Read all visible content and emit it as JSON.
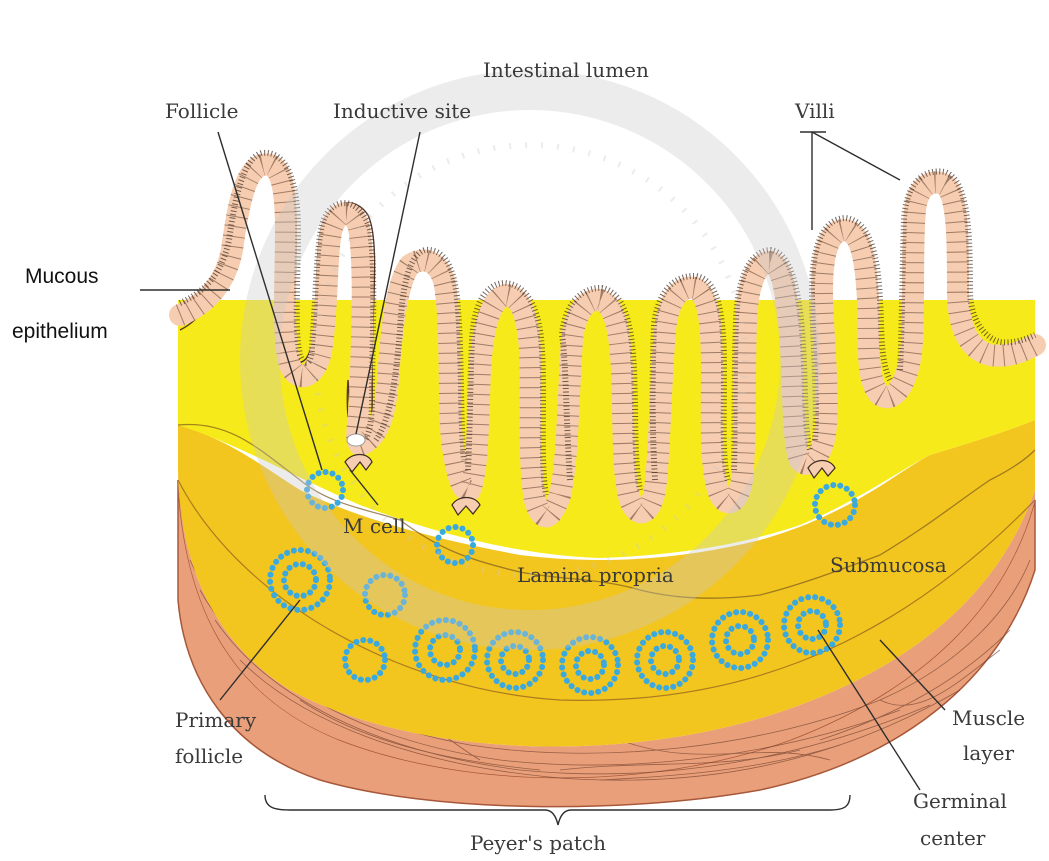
{
  "labels": {
    "intestinal_lumen": "Intestinal lumen",
    "follicle": "Follicle",
    "inductive_site": "Inductive site",
    "villi": "Villi",
    "mucous_line1": "Mucous",
    "mucous_line2": "epithelium",
    "m_cell": "M cell",
    "lamina_propria": "Lamina propria",
    "submucosa": "Submucosa",
    "primary_line1": "Primary",
    "primary_line2": "follicle",
    "muscle_line1": "Muscle",
    "muscle_line2": "layer",
    "germinal_line1": "Germinal",
    "germinal_line2": "center",
    "peyers_patch": "Peyer's patch"
  },
  "colors": {
    "muscle": "#e9a07a",
    "submucosa": "#f3c51f",
    "lamina_propria": "#f7ea1a",
    "villus_epithelium": "#f6cdb0",
    "lymphocyte": "#3aa9e0",
    "watermark": "#bdbdbd"
  }
}
